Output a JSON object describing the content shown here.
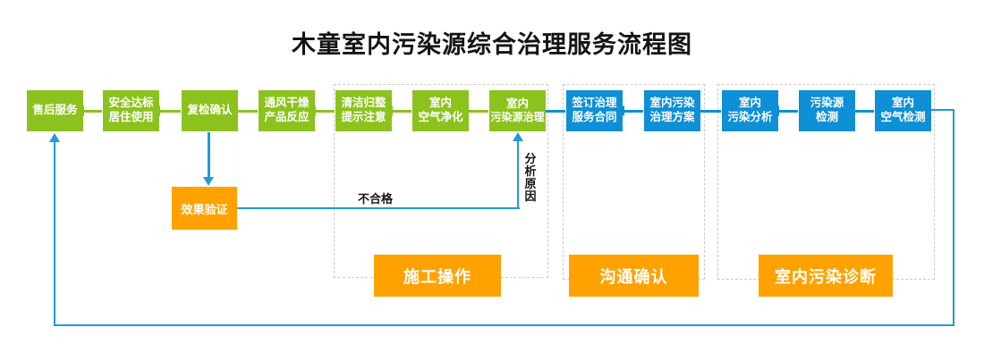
{
  "title": "木童室内污染源综合治理服务流程图",
  "colors": {
    "green": "#8CC21D",
    "blue": "#0E8FD6",
    "orange": "#FFA200",
    "line_blue": "#1E9ADF"
  },
  "boxes": [
    {
      "lines": [
        "售后服务"
      ]
    },
    {
      "lines": [
        "安全达标",
        "居住使用"
      ]
    },
    {
      "lines": [
        "复检确认"
      ]
    },
    {
      "lines": [
        "通风干燥",
        "产品反应"
      ]
    },
    {
      "lines": [
        "清洁归整",
        "提示注意"
      ]
    },
    {
      "lines": [
        "室内",
        "空气净化"
      ]
    },
    {
      "lines": [
        "室内",
        "污染源治理"
      ]
    },
    {
      "lines": [
        "签订治理",
        "服务合同"
      ]
    },
    {
      "lines": [
        "室内污染",
        "治理方案"
      ]
    },
    {
      "lines": [
        "室内",
        "污染分析"
      ]
    },
    {
      "lines": [
        "污染源",
        "检测"
      ]
    },
    {
      "lines": [
        "室内",
        "空气检测"
      ]
    }
  ],
  "verify_box": {
    "label": "效果验证"
  },
  "groups": [
    {
      "label": "施工操作"
    },
    {
      "label": "沟通确认"
    },
    {
      "label": "室内污染诊断"
    }
  ],
  "edge_labels": {
    "unqualified": "不合格",
    "analyze_reason": "分析原因"
  }
}
